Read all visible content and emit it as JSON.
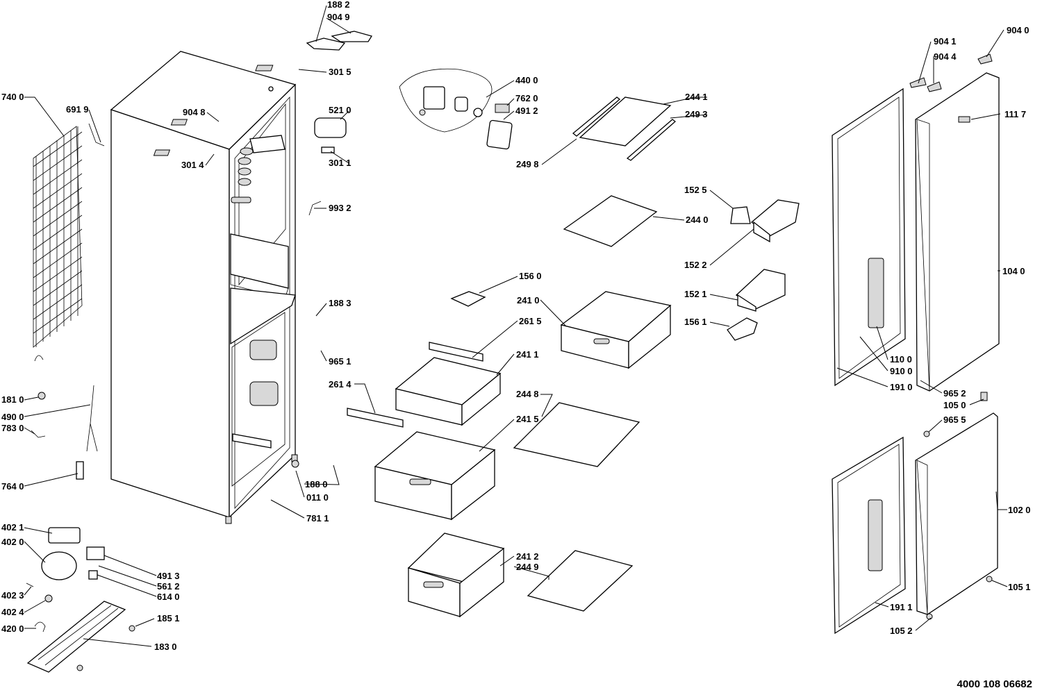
{
  "document_code": "4000 108 06682",
  "callouts": [
    {
      "id": "l_1882",
      "text": "188 2"
    },
    {
      "id": "l_9049",
      "text": "904 9"
    },
    {
      "id": "l_3015",
      "text": "301 5"
    },
    {
      "id": "l_4400",
      "text": "440 0"
    },
    {
      "id": "l_7620",
      "text": "762 0"
    },
    {
      "id": "l_4912",
      "text": "491 2"
    },
    {
      "id": "l_2441",
      "text": "244 1"
    },
    {
      "id": "l_2493",
      "text": "249 3"
    },
    {
      "id": "l_2498",
      "text": "249 8"
    },
    {
      "id": "l_7400",
      "text": "740 0"
    },
    {
      "id": "l_6919",
      "text": "691 9"
    },
    {
      "id": "l_9048",
      "text": "904 8"
    },
    {
      "id": "l_3014",
      "text": "301 4"
    },
    {
      "id": "l_5210",
      "text": "521 0"
    },
    {
      "id": "l_3011",
      "text": "301 1"
    },
    {
      "id": "l_9932",
      "text": "993 2"
    },
    {
      "id": "l_1525",
      "text": "152 5"
    },
    {
      "id": "l_2440",
      "text": "244 0"
    },
    {
      "id": "l_1522",
      "text": "152 2"
    },
    {
      "id": "l_1560",
      "text": "156 0"
    },
    {
      "id": "l_2410",
      "text": "241 0"
    },
    {
      "id": "l_1521",
      "text": "152 1"
    },
    {
      "id": "l_1883",
      "text": "188 3"
    },
    {
      "id": "l_1561",
      "text": "156 1"
    },
    {
      "id": "l_2615",
      "text": "261 5"
    },
    {
      "id": "l_2411",
      "text": "241 1"
    },
    {
      "id": "l_9651",
      "text": "965 1"
    },
    {
      "id": "l_2614",
      "text": "261 4"
    },
    {
      "id": "l_2448",
      "text": "244 8"
    },
    {
      "id": "l_2415",
      "text": "241 5"
    },
    {
      "id": "l_1810",
      "text": "181 0"
    },
    {
      "id": "l_4900",
      "text": "490 0"
    },
    {
      "id": "l_7830",
      "text": "783 0"
    },
    {
      "id": "l_7640",
      "text": "764 0"
    },
    {
      "id": "l_1880",
      "text": "188 0"
    },
    {
      "id": "l_0110",
      "text": "011 0"
    },
    {
      "id": "l_7811",
      "text": "781 1"
    },
    {
      "id": "l_4021",
      "text": "402 1"
    },
    {
      "id": "l_4020",
      "text": "402 0"
    },
    {
      "id": "l_4913",
      "text": "491 3"
    },
    {
      "id": "l_5612",
      "text": "561 2"
    },
    {
      "id": "l_6140",
      "text": "614 0"
    },
    {
      "id": "l_4023",
      "text": "402 3"
    },
    {
      "id": "l_4024",
      "text": "402 4"
    },
    {
      "id": "l_1851",
      "text": "185 1"
    },
    {
      "id": "l_4200",
      "text": "420 0"
    },
    {
      "id": "l_1830",
      "text": "183 0"
    },
    {
      "id": "l_2412",
      "text": "241 2"
    },
    {
      "id": "l_2449",
      "text": "244 9"
    },
    {
      "id": "l_9041",
      "text": "904 1"
    },
    {
      "id": "l_9040",
      "text": "904 0"
    },
    {
      "id": "l_9044",
      "text": "904 4"
    },
    {
      "id": "l_1117",
      "text": "111 7"
    },
    {
      "id": "l_1040",
      "text": "104 0"
    },
    {
      "id": "l_1100",
      "text": "110 0"
    },
    {
      "id": "l_9100",
      "text": "910 0"
    },
    {
      "id": "l_1910",
      "text": "191 0"
    },
    {
      "id": "l_9652",
      "text": "965 2"
    },
    {
      "id": "l_1050",
      "text": "105 0"
    },
    {
      "id": "l_9655",
      "text": "965 5"
    },
    {
      "id": "l_1020",
      "text": "102 0"
    },
    {
      "id": "l_1051",
      "text": "105 1"
    },
    {
      "id": "l_1911",
      "text": "191 1"
    },
    {
      "id": "l_1052",
      "text": "105 2"
    }
  ]
}
